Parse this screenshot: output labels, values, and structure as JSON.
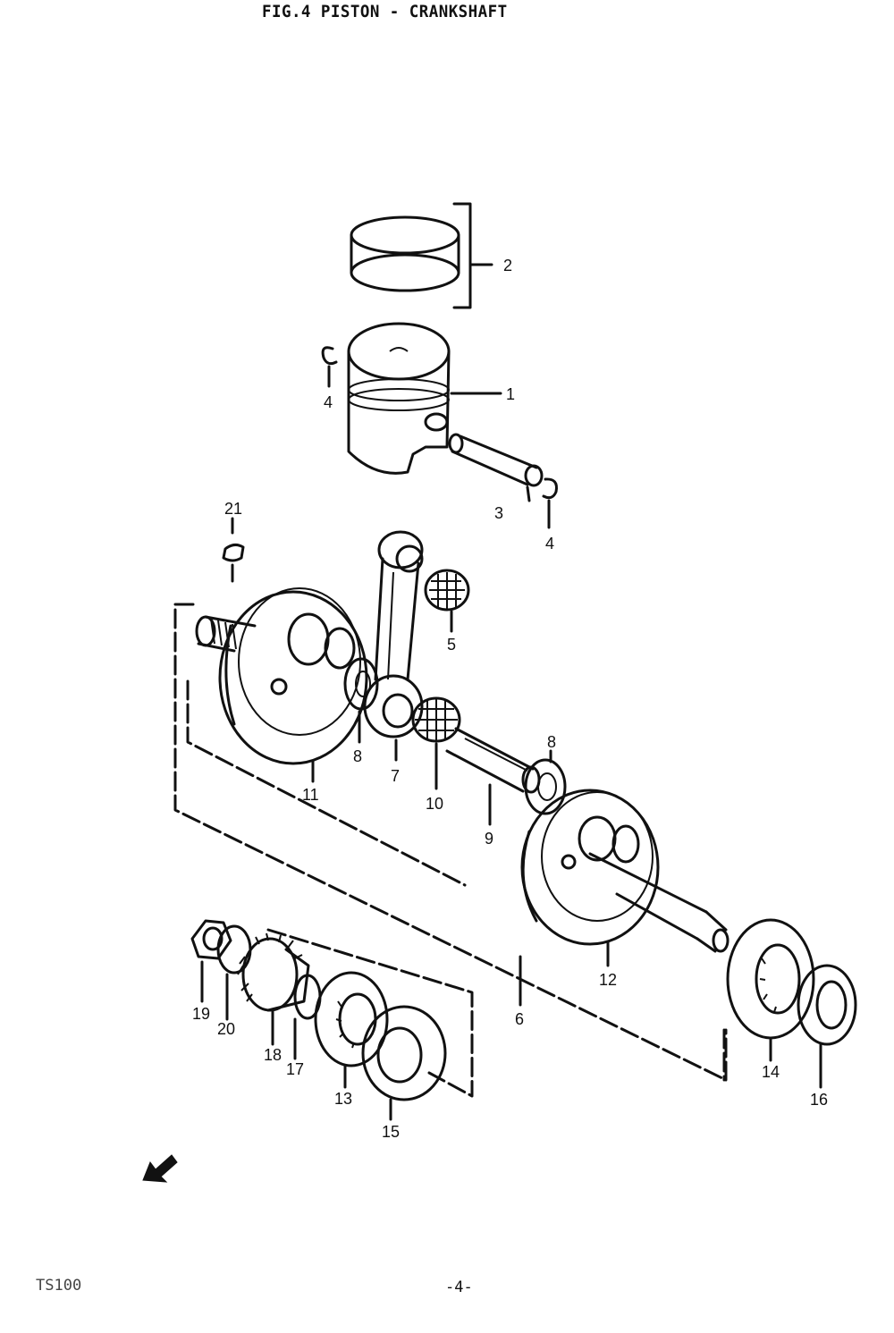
{
  "title": "FIG.4  PISTON - CRANKSHAFT",
  "footer": {
    "model": "TS100",
    "page": "-4-"
  },
  "callouts": {
    "p1": "1",
    "p2": "2",
    "p3": "3",
    "p4a": "4",
    "p4b": "4",
    "p5": "5",
    "p6": "6",
    "p7": "7",
    "p8a": "8",
    "p8b": "8",
    "p9": "9",
    "p10": "10",
    "p11": "11",
    "p12": "12",
    "p13": "13",
    "p14": "14",
    "p15": "15",
    "p16": "16",
    "p17": "17",
    "p18": "18",
    "p19": "19",
    "p20": "20",
    "p21": "21"
  },
  "icons": {
    "front_arrow": "front-arrow-icon"
  }
}
